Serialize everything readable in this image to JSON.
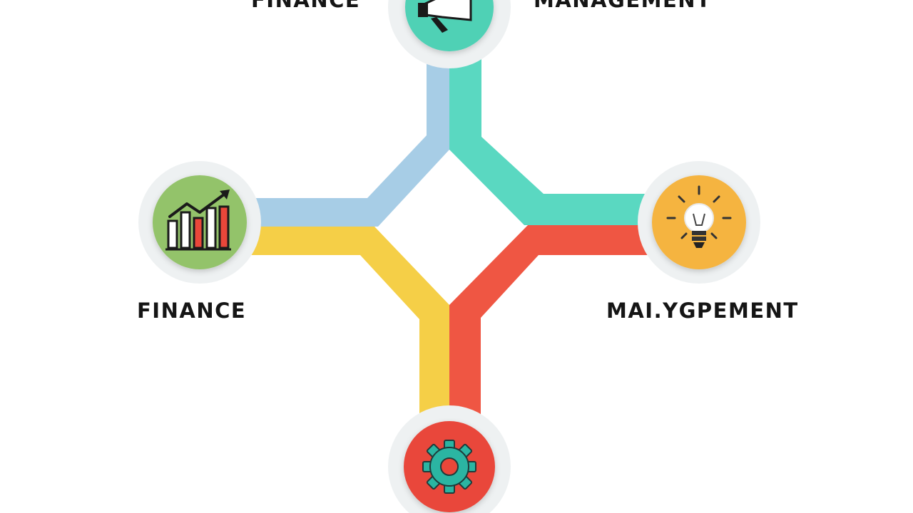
{
  "labels": {
    "top_left": "FINANCE",
    "top_right": "MANAGEMENT",
    "left": "FINANCE",
    "right": "MAI.YGPEMENT"
  },
  "branches": [
    {
      "name": "blue",
      "color": "#a7cde6"
    },
    {
      "name": "teal",
      "color": "#5ad8c1"
    },
    {
      "name": "yellow",
      "color": "#f5cf47"
    },
    {
      "name": "red",
      "color": "#ef5643"
    }
  ],
  "nodes": [
    {
      "name": "top",
      "color": "#4fd1b5",
      "icon": "megaphone-icon"
    },
    {
      "name": "left",
      "color": "#93c36a",
      "icon": "growth-chart-icon"
    },
    {
      "name": "right",
      "color": "#f5b43f",
      "icon": "lightbulb-icon"
    },
    {
      "name": "bottom",
      "color": "#e9473a",
      "icon": "gear-icon"
    }
  ]
}
